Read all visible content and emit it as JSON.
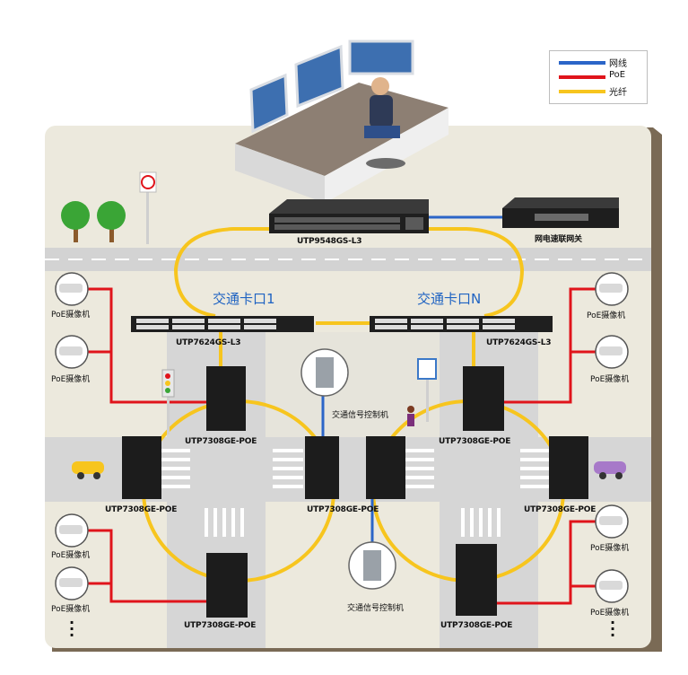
{
  "legend": {
    "items": [
      {
        "label": "网线",
        "color": "#2b65c8"
      },
      {
        "label": "PoE",
        "color": "#e0141b"
      },
      {
        "label": "光纤",
        "color": "#f7c51e"
      }
    ]
  },
  "devices": {
    "core_switch": "UTP9548GS-L3",
    "gateway": "网电速联网关",
    "agg_left": "UTP7624GS-L3",
    "agg_right": "UTP7624GS-L3",
    "sw_top_left": "UTP7308GE-POE",
    "sw_left": "UTP7308GE-POE",
    "sw_center": "UTP7308GE-POE",
    "sw_top_right": "UTP7308GE-POE",
    "sw_right": "UTP7308GE-POE",
    "sw_bottom_left": "UTP7308GE-POE",
    "sw_bottom_right": "UTP7308GE-POE"
  },
  "zones": {
    "zone1": "交通卡口1",
    "zoneN": "交通卡口N"
  },
  "cameras": {
    "label": "PoE摄像机"
  },
  "controllers": {
    "label": "交通信号控制机"
  },
  "colors": {
    "ethernet": "#2b65c8",
    "poe": "#e0141b",
    "fiber": "#f7c51e",
    "ground": "#ece9dd",
    "road": "#d6d6d6"
  }
}
